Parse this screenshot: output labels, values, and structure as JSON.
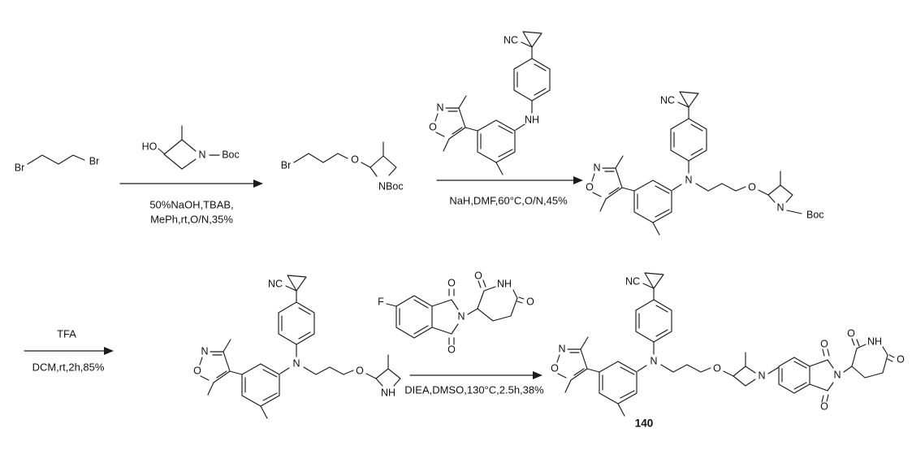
{
  "scheme": {
    "compound_number": "140",
    "atoms": {
      "Br": "Br",
      "HO": "HO",
      "O": "O",
      "N": "N",
      "NH": "NH",
      "NC": "NC",
      "F": "F",
      "Boc": "Boc",
      "NBoc": "NBoc"
    },
    "steps": [
      {
        "label": "step-1",
        "conditions": [
          "50%NaOH,TBAB,",
          "MePh,rt,O/N,35%"
        ]
      },
      {
        "label": "step-2",
        "conditions": [
          "NaH,DMF,60°C,O/N,45%"
        ]
      },
      {
        "label": "step-3",
        "reagent": "TFA",
        "conditions": [
          "DCM,rt,2h,85%"
        ]
      },
      {
        "label": "step-4",
        "conditions": [
          "DIEA,DMSO,130°C,2.5h,38%"
        ]
      }
    ]
  }
}
